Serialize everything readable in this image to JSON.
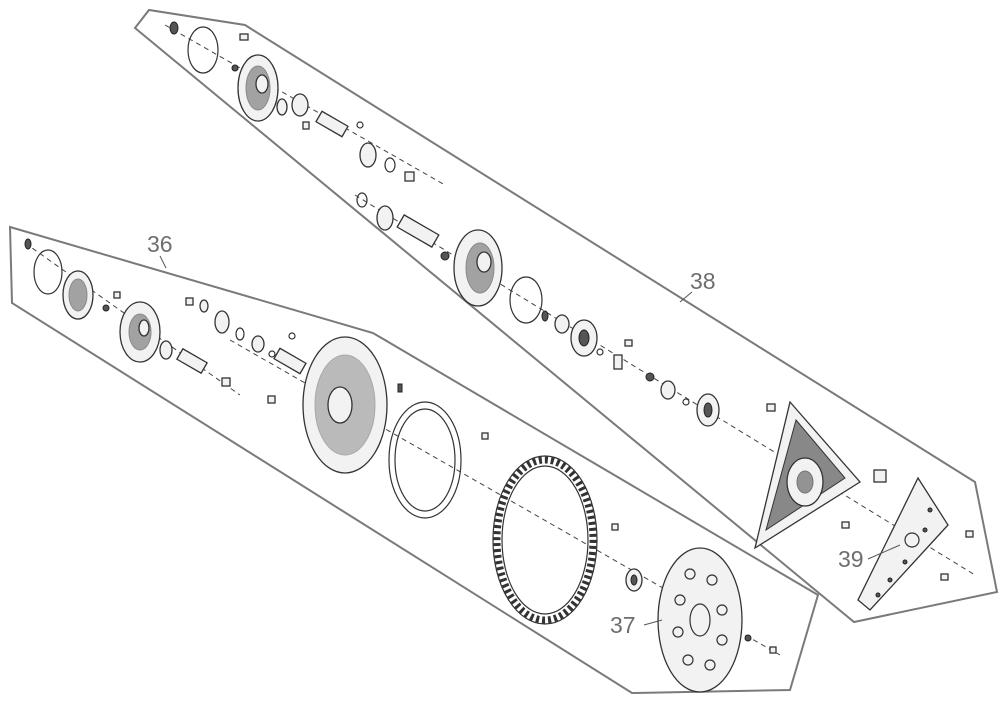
{
  "callouts": {
    "c36": "36",
    "c37": "37",
    "c38": "38",
    "c39": "39"
  },
  "colors": {
    "line": "#555555",
    "callout_text": "#6e6e6e",
    "part_fill": "#f2f2f2"
  }
}
